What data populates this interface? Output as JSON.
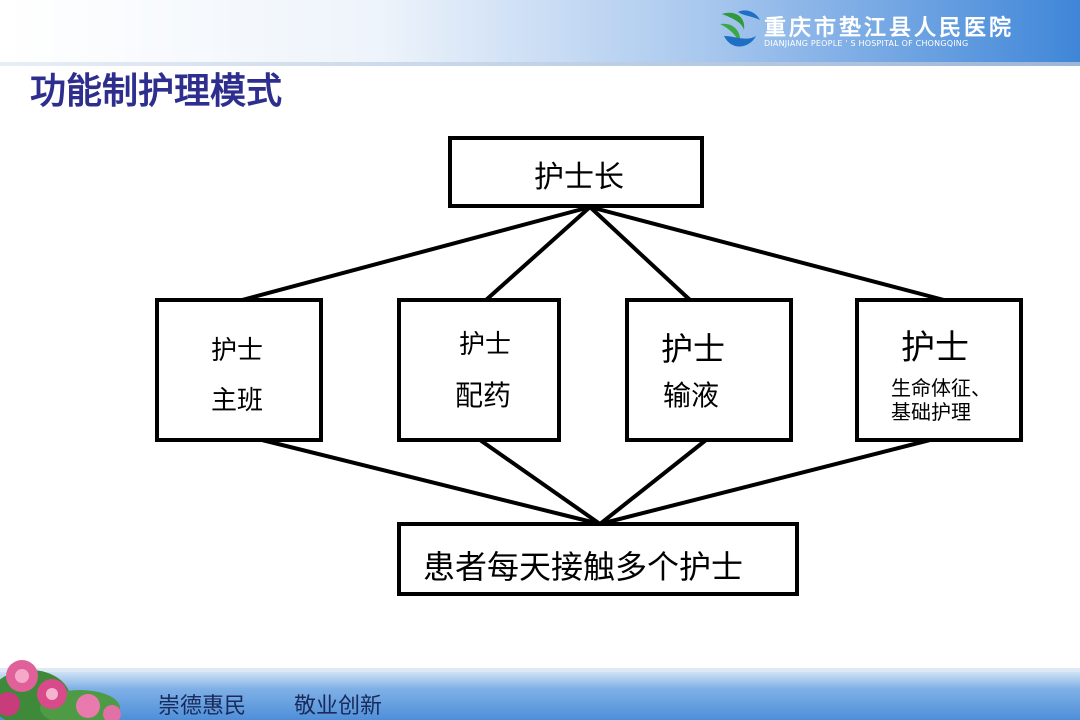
{
  "header": {
    "hospital_name_cn": "重庆市垫江县人民医院",
    "hospital_name_en": "DIANJIANG PEOPLE ' S HOSPITAL OF CHONGQING"
  },
  "title": "功能制护理模式",
  "diagram": {
    "top": "护士长",
    "nurses": [
      {
        "line1": "护士",
        "line2": "主班"
      },
      {
        "line1": "护士",
        "line2": "配药"
      },
      {
        "line1": "护士",
        "line2": "输液"
      },
      {
        "line1": "护士",
        "line2": "生命体征、",
        "line3": "基础护理"
      }
    ],
    "bottom": "患者每天接触多个护士"
  },
  "footer": {
    "slogan1": "崇德惠民",
    "slogan2": "敬业创新"
  }
}
